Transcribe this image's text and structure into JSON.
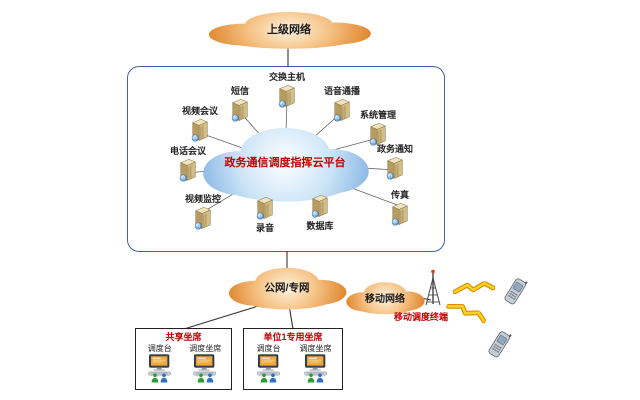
{
  "clouds": {
    "upper_network_label": "上级网络",
    "platform_cloud_label": "政务通信调度指挥云平台",
    "public_private_label": "公网/专网",
    "mobile_network_label": "移动网络"
  },
  "servers": [
    "交换主机",
    "短信",
    "语音通播",
    "视频会议",
    "系统管理",
    "电话会议",
    "政务通知",
    "视频监控",
    "传真",
    "录音",
    "数据库"
  ],
  "mobile": {
    "terminal_label": "移动调度终端"
  },
  "seat_boxes": [
    {
      "title": "共享坐席",
      "consoles": [
        "调度台",
        "调度坐席"
      ]
    },
    {
      "title": "单位1专用坐席",
      "consoles": [
        "调度台",
        "调度坐席"
      ]
    }
  ],
  "icons": {
    "cloud-icon": "puffy-cloud-shape",
    "server-icon": "3d-tower-box-with-globe",
    "monitor-icon": "desktop-console-with-keyboard",
    "person-icon": "operator-figure",
    "antenna-icon": "lattice-mast",
    "phone-icon": "cellphone",
    "bolt-icon": "lightning-zigzag"
  },
  "colors": {
    "cloud_orange": "#DE8126",
    "cloud_blue": "#7FB0E2",
    "accent_red": "#C00000",
    "server_tan": "#D3BC85",
    "screen_orange": "#F2A93B",
    "box_border_blue": "#44629E"
  }
}
